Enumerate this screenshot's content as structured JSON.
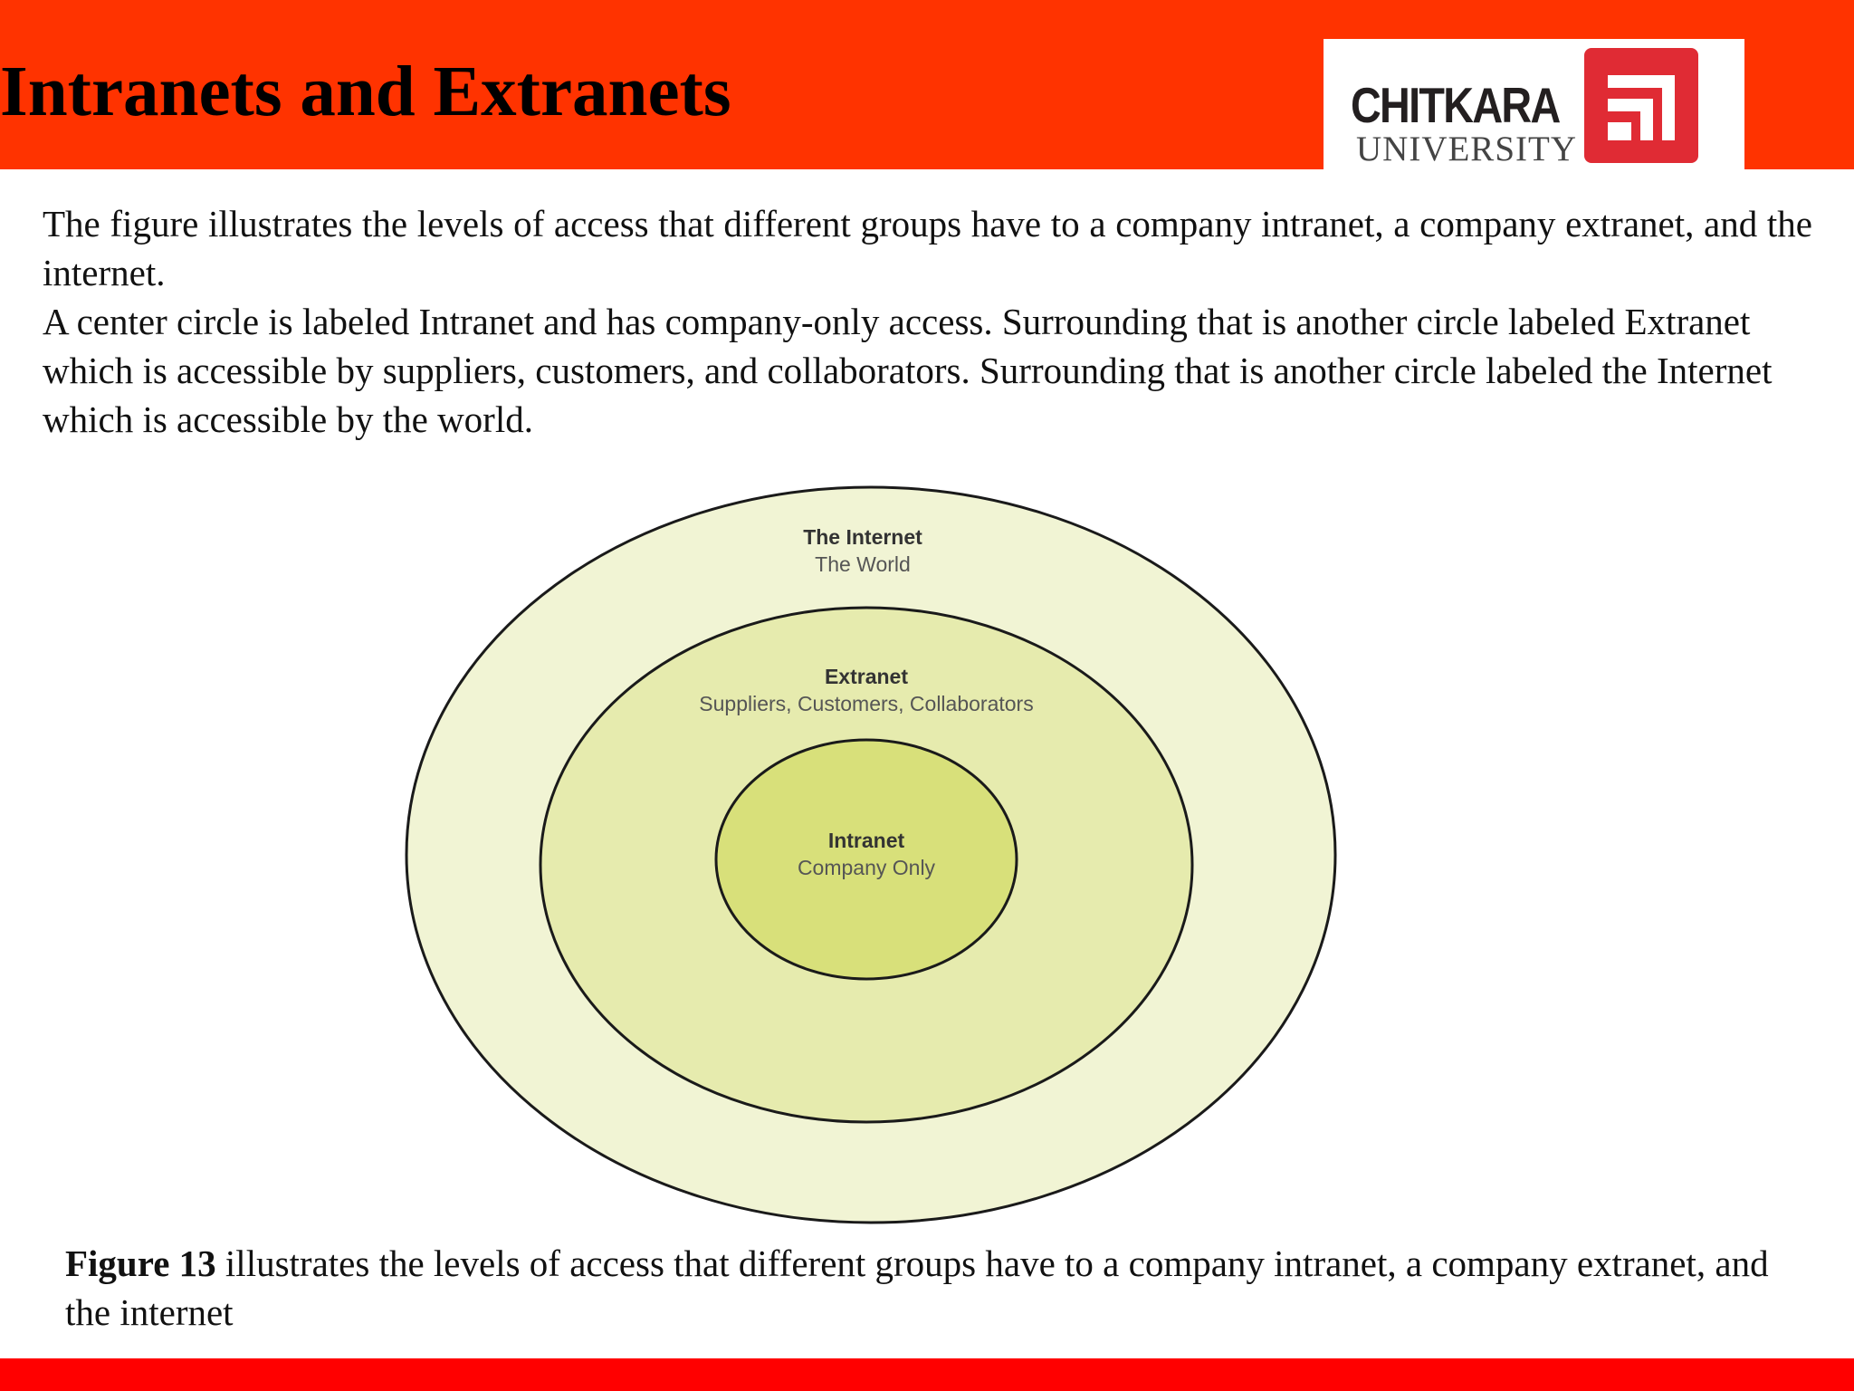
{
  "header": {
    "title": "Intranets and Extranets",
    "logo": {
      "name": "CHITKARA",
      "subtitle": "UNIVERSITY",
      "mark_icon": "chitkara-logo-mark-icon",
      "color": "#e02b34"
    },
    "bar_color": "#ff3300"
  },
  "description": {
    "paragraph_1": "The figure illustrates the levels of access that different groups have to a company intranet, a company extranet, and the internet.",
    "paragraph_2": "A center circle is labeled Intranet and has company-only access. Surrounding that is another circle labeled Extranet which is accessible by suppliers, customers, and collaborators. Surrounding that is another circle labeled the Internet which is accessible by the world."
  },
  "diagram": {
    "rings": [
      {
        "title": "The Internet",
        "audience": "The World",
        "fill": "#f1f4d4"
      },
      {
        "title": "Extranet",
        "audience": "Suppliers, Customers, Collaborators",
        "fill": "#e6ebae"
      },
      {
        "title": "Intranet",
        "audience": "Company Only",
        "fill": "#d8e07a"
      }
    ]
  },
  "caption": {
    "label": "Figure 13",
    "text": " illustrates the levels of access that different groups have to a company intranet, a company extranet, and the internet"
  },
  "footer": {
    "bar_color": "#ff0000"
  }
}
